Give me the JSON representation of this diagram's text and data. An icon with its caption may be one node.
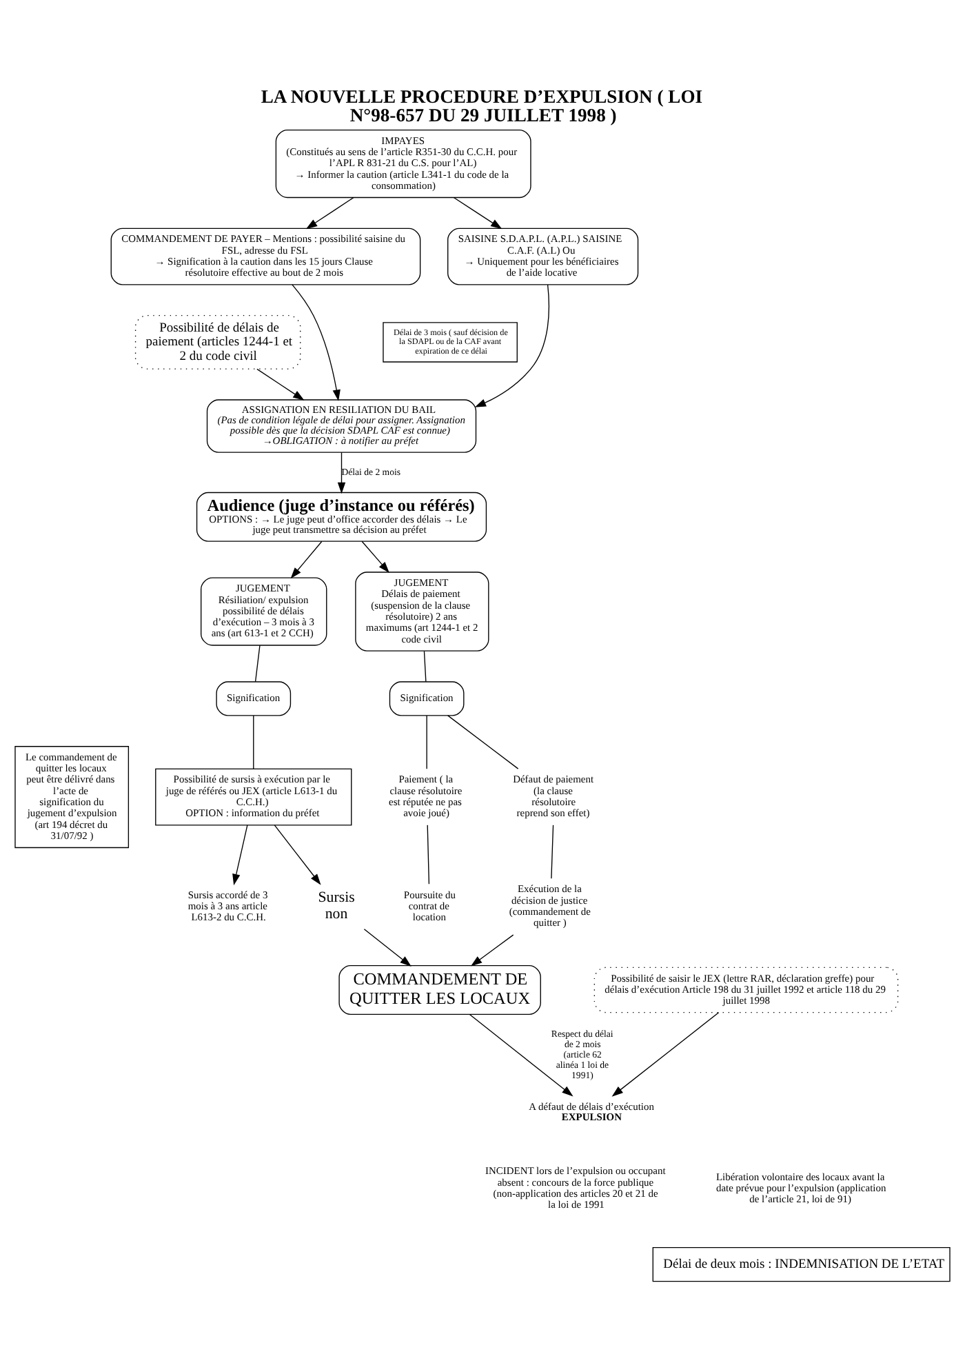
{
  "diagram": {
    "title": "LA NOUVELLE PROCEDURE D’EXPULSION ( LOI N°98-657 DU 29 JUILLET 1998 )",
    "nodes": [
      {
        "text": [
          "IMPAYES",
          "(Constitués au sens de l’article R351-30 du C.C.H. pour l’APL R 831-21 du C.S. pour l’AL)",
          "→ Informer la caution (article L341-1 du code de la consommation)"
        ]
      },
      {
        "text": [
          "COMMANDEMENT DE PAYER – Mentions : possibilité saisine du FSL, adresse du FSL",
          "→ Signification à la caution dans les 15 jours Clause résolutoire effective au bout de 2 mois"
        ]
      },
      {
        "text": [
          "SAISINE S.D.A.P.L. (A.P.L.) SAISINE C.A.F. (A.L) Ou",
          "→ Uniquement pour les bénéficiaires de l’aide locative"
        ]
      },
      {
        "text": [
          "Possibilité de délais de paiement (articles 1244-1 et 2 du code civil"
        ]
      },
      {
        "text": [
          "Délai de 3 mois ( sauf décision de la SDAPL ou de la CAF avant expiration de ce délai"
        ]
      },
      {
        "text": [
          "ASSIGNATION EN RESILIATION DU BAIL",
          "(Pas de condition légale de délai pour assigner. Assignation possible dès que la décision SDAPL CAF est connue)",
          "→OBLIGATION : à notifier au préfet"
        ]
      },
      {
        "text": [
          "Audience (juge d’instance ou référés)",
          "OPTIONS : → Le juge peut d’office accorder des délais → Le juge peut transmettre sa décision au préfet"
        ]
      },
      {
        "text": [
          "JUGEMENT",
          "Résiliation/ expulsion possibilité de délais d’exécution – 3 mois à 3 ans (art 613-1 et 2 CCH)"
        ]
      },
      {
        "text": [
          "JUGEMENT",
          "Délais de paiement (suspension de la clause résolutoire) 2 ans maximums (art 1244-1 et 2 code civil"
        ]
      },
      {
        "text": [
          "Signification"
        ]
      },
      {
        "text": [
          "Signification"
        ]
      },
      {
        "text": [
          "Le commandement de quitter les locaux peut être délivré dans l’acte de signification du jugement d’expulsion (art 194 décret du 31/07/92 )"
        ]
      },
      {
        "text": [
          "Possibilité de sursis à exécution par le juge de référés ou JEX (article L613-1 du C.C.H.)",
          "OPTION : information du préfet"
        ]
      },
      {
        "text": [
          "Sursis accordé de 3 mois à 3 ans article L613-2 du C.C.H."
        ]
      },
      {
        "text": [
          "Sursis non"
        ]
      },
      {
        "text": [
          "Paiement ( la clause résolutoire est réputée ne pas avoie joué)"
        ]
      },
      {
        "text": [
          "Défaut de paiement (la clause résolutoire reprend son effet)"
        ]
      },
      {
        "text": [
          "Poursuite du contrat de location"
        ]
      },
      {
        "text": [
          "Exécution de la décision de justice (commandement de quitter )"
        ]
      },
      {
        "text": [
          "COMMANDEMENT DE QUITTER LES LOCAUX"
        ]
      },
      {
        "text": [
          "Possibilité de saisir le JEX (lettre RAR, déclaration greffe) pour délais d’exécution Article 198 du 31 juillet 1992 et article 118 du 29 juillet 1998"
        ]
      },
      {
        "text": [
          "A défaut de délais d’exécution",
          "EXPULSION"
        ]
      },
      {
        "text": [
          "Délai de deux mois : INDEMNISATION DE L’ETAT"
        ]
      }
    ],
    "edges": [
      {
        "from": 0,
        "to": 1,
        "arrow": "to"
      },
      {
        "from": 0,
        "to": 2,
        "arrow": "to"
      },
      {
        "from": 1,
        "to": 5,
        "arrow": "to"
      },
      {
        "from": 3,
        "to": 5,
        "arrow": "to"
      },
      {
        "from": 2,
        "to": 5,
        "arrow": "to"
      },
      {
        "from": 5,
        "to": 6,
        "arrow": "to",
        "label": "Délai de 2 mois"
      },
      {
        "from": 6,
        "to": 7,
        "arrow": "to"
      },
      {
        "from": 6,
        "to": 8,
        "arrow": "to"
      },
      {
        "from": 7,
        "to": 9,
        "arrow": "none"
      },
      {
        "from": 8,
        "to": 10,
        "arrow": "none"
      },
      {
        "from": 9,
        "to": 12,
        "arrow": "none"
      },
      {
        "from": 12,
        "to": 13,
        "arrow": "to"
      },
      {
        "from": 12,
        "to": 14,
        "arrow": "to"
      },
      {
        "from": 10,
        "to": 15,
        "arrow": "none"
      },
      {
        "from": 10,
        "to": 16,
        "arrow": "none"
      },
      {
        "from": 15,
        "to": 17,
        "arrow": "none"
      },
      {
        "from": 16,
        "to": 18,
        "arrow": "none"
      },
      {
        "from": 14,
        "to": 19,
        "arrow": "to"
      },
      {
        "from": 18,
        "to": 19,
        "arrow": "to"
      },
      {
        "from": 19,
        "to": 21,
        "arrow": "to",
        "label": "Respect du délai de 2 mois (article 62 alinéa 1 loi de 1991)"
      },
      {
        "from": 20,
        "to": 21,
        "arrow": "to"
      }
    ],
    "labels": [
      "INCIDENT lors de l’expulsion ou occupant absent : concours de la force publique (non-application des articles 20 et 21 de la loi de 1991",
      "Libération volontaire des locaux avant la date prévue pour l’expulsion (application de l’article 21, loi de 91)"
    ]
  }
}
